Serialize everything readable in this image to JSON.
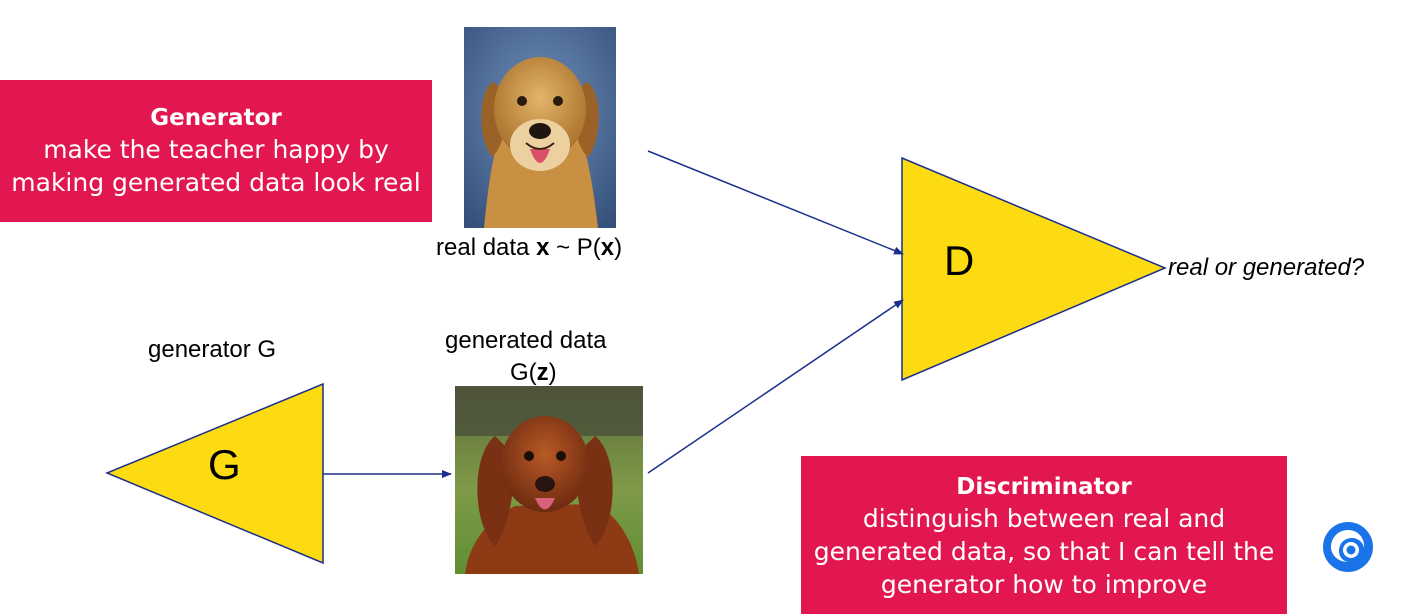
{
  "generator_callout": {
    "title": "Generator",
    "line1": "make the teacher happy by",
    "line2": "making generated data look real"
  },
  "discriminator_callout": {
    "title": "Discriminator",
    "line1": "distinguish between real and",
    "line2": "generated data, so that I can tell the",
    "line3": "generator how to improve"
  },
  "real_data_label": {
    "prefix": "real data ",
    "x": "x",
    "mid": " ~ P(",
    "x2": "x",
    "suffix": ")"
  },
  "generated_data_label": {
    "line1": "generated data",
    "prefix": "G(",
    "z": "z",
    "suffix": ")"
  },
  "generator_label": "generator G",
  "generator_block_letter": "G",
  "discriminator_block_letter": "D",
  "output_label": "real or generated?",
  "colors": {
    "callout": "#e3174f",
    "triangle_fill": "#fddb13",
    "arrow": "#1a2f8c",
    "logo": "#1a73e8"
  },
  "icons": [
    "dog-photo-real",
    "dog-photo-generated",
    "deepmind-logo-icon"
  ]
}
